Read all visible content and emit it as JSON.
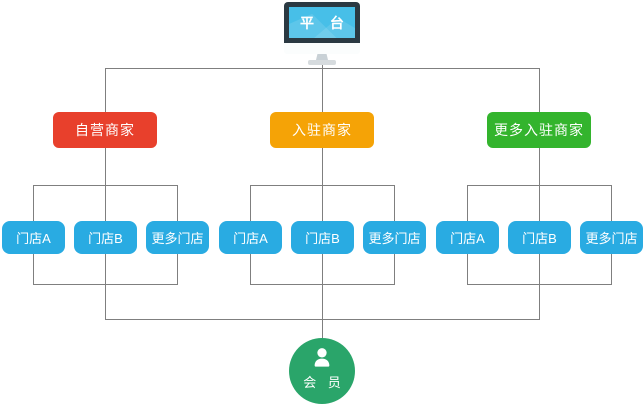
{
  "diagram": {
    "platform": {
      "label": "平 台",
      "screen_color": "#47bfe8",
      "frame_color": "#2b3942"
    },
    "merchants": [
      {
        "label": "自营商家",
        "color": "#e8402c",
        "stores": [
          "门店A",
          "门店B",
          "更多门店"
        ]
      },
      {
        "label": "入驻商家",
        "color": "#f5a306",
        "stores": [
          "门店A",
          "门店B",
          "更多门店"
        ]
      },
      {
        "label": "更多入驻商家",
        "color": "#33b42d",
        "stores": [
          "门店A",
          "门店B",
          "更多门店"
        ]
      }
    ],
    "store_color": "#29abe2",
    "member": {
      "label": "会 员",
      "color": "#2aa56a"
    },
    "connector_color": "#7f7f7f"
  }
}
